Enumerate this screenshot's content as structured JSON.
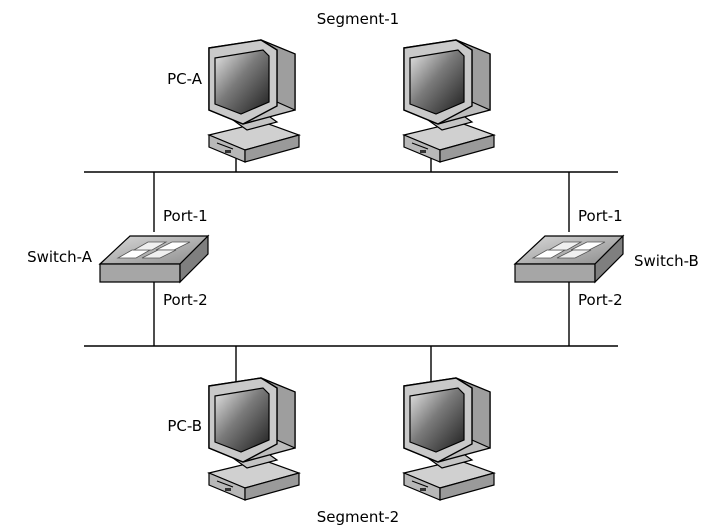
{
  "segments": {
    "top": "Segment-1",
    "bottom": "Segment-2"
  },
  "pcs": {
    "top_left": "PC-A",
    "top_right": "",
    "bottom_left": "PC-B",
    "bottom_right": ""
  },
  "switches": {
    "left": {
      "name": "Switch-A",
      "port_top": "Port-1",
      "port_bottom": "Port-2"
    },
    "right": {
      "name": "Switch-B",
      "port_top": "Port-1",
      "port_bottom": "Port-2"
    }
  }
}
